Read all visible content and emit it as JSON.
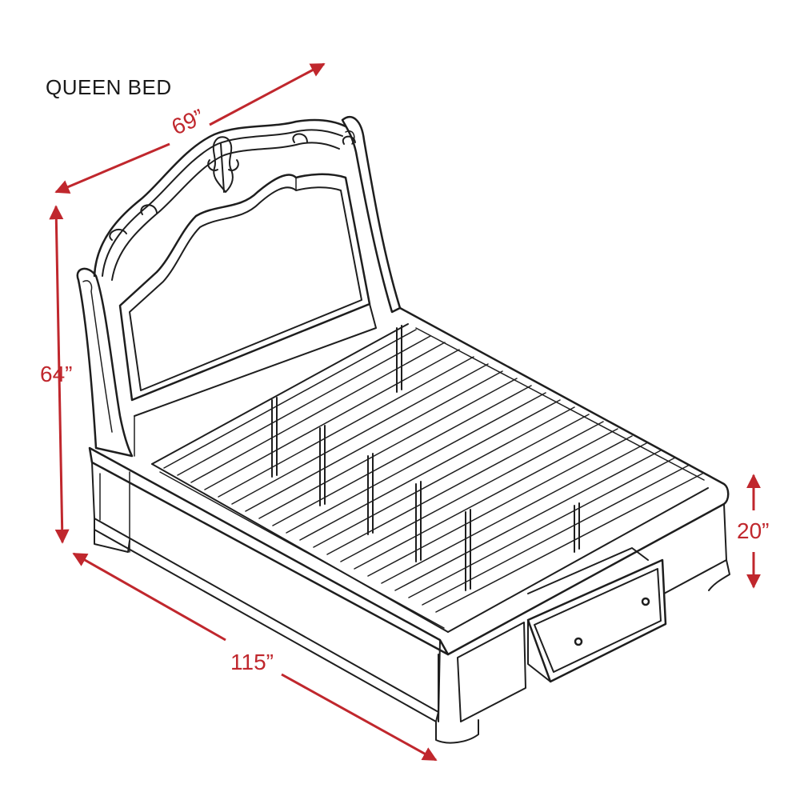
{
  "title": "QUEEN BED",
  "dimensions": {
    "width": "69”",
    "height": "64”",
    "length": "115”",
    "rail_height": "20”"
  },
  "colors": {
    "dimension": "#c0272d",
    "line": "#1e1e1e",
    "background": "#ffffff"
  }
}
